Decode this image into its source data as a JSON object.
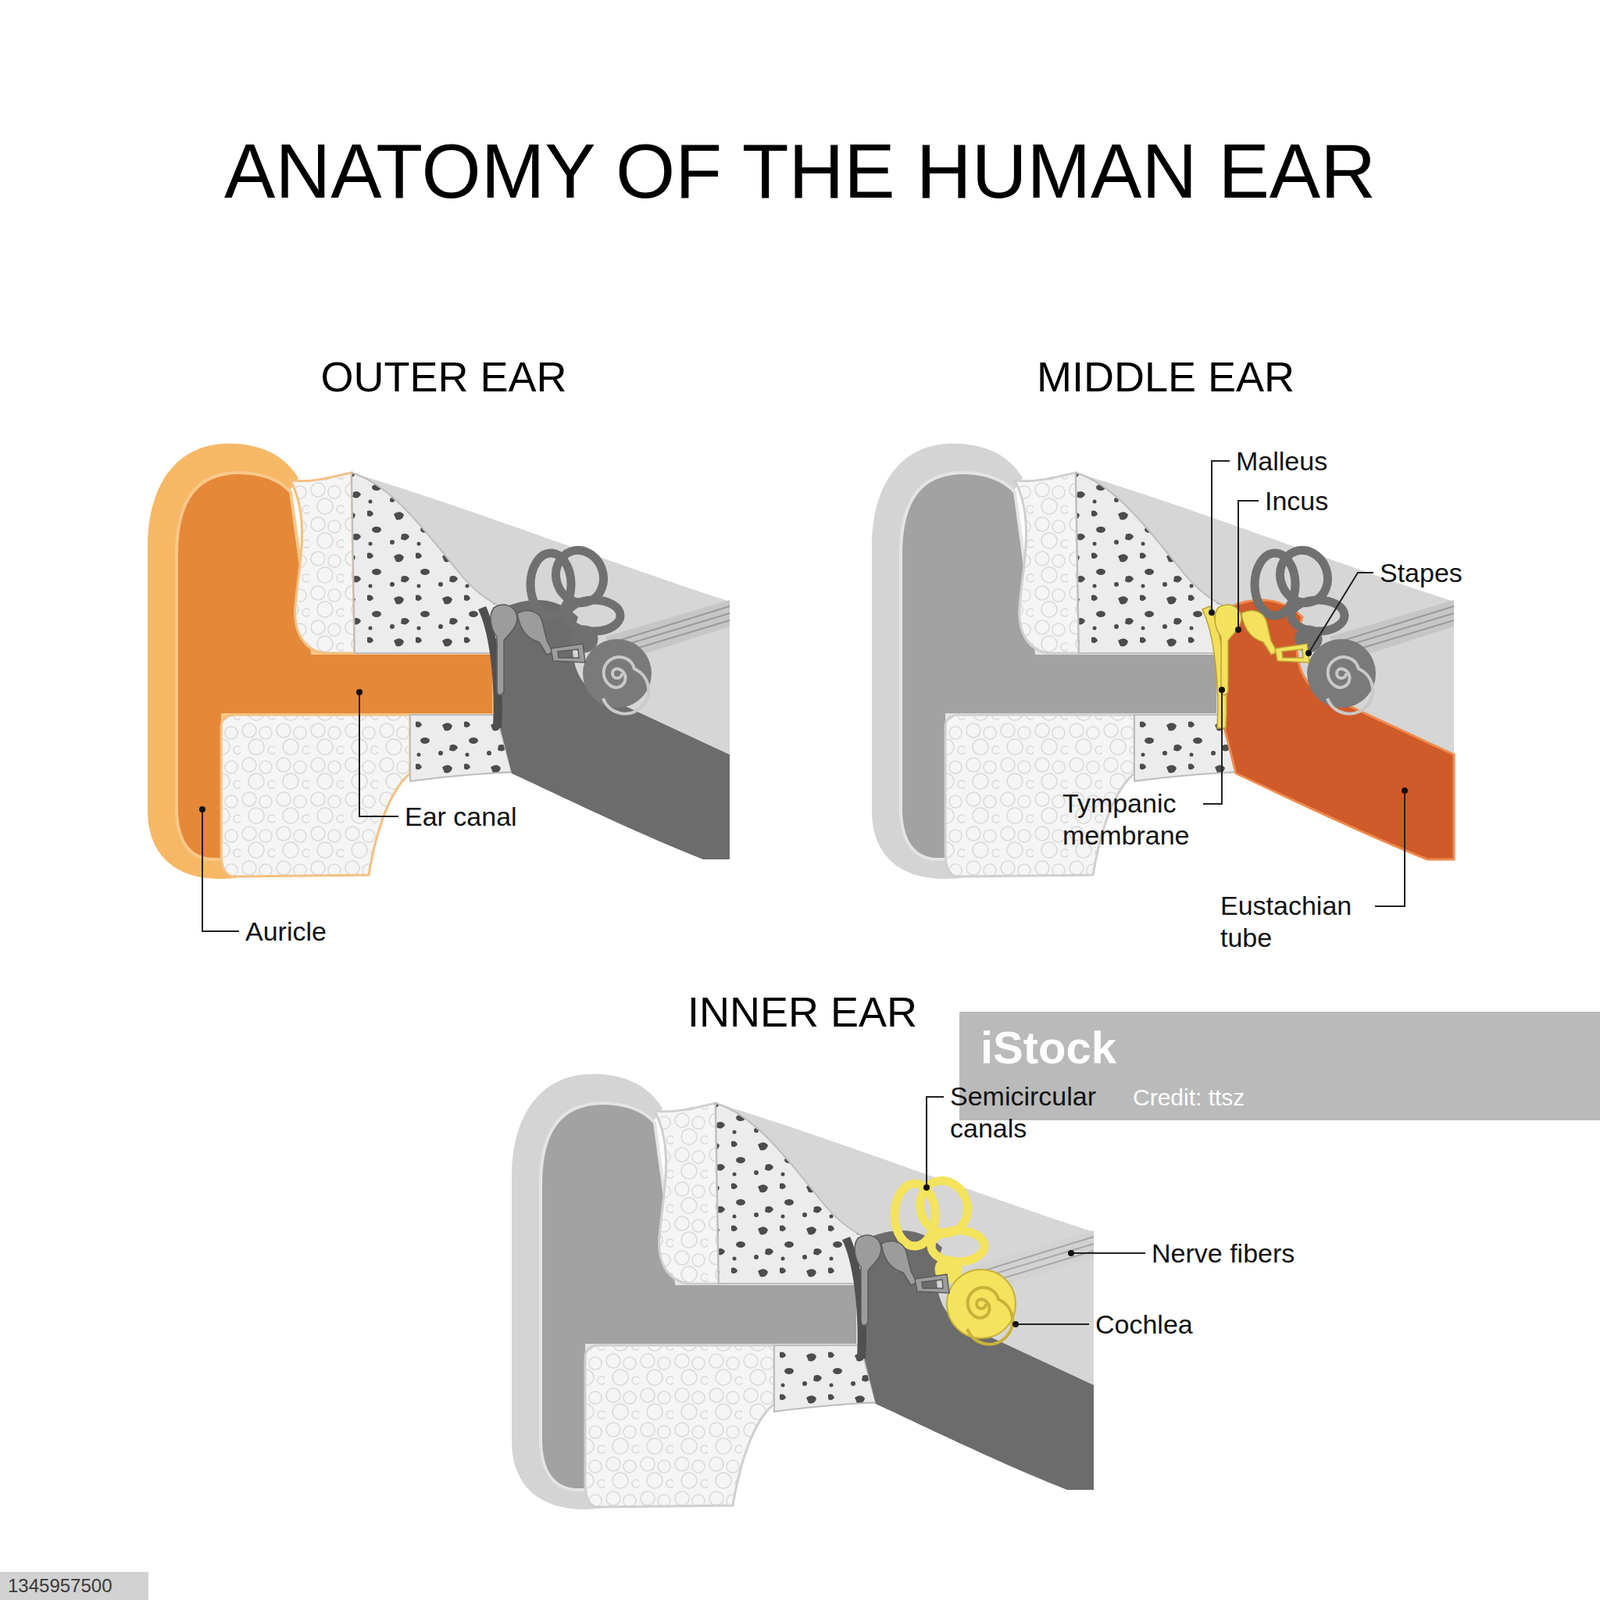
{
  "diagram": {
    "title": "ANATOMY OF THE HUMAN EAR",
    "labels": [
      "OUTER EAR",
      "MIDDLE EAR",
      "INNER EAR",
      "Auricle",
      "Ear canal",
      "Malleus",
      "Incus",
      "Stapes",
      "Tympanic membrane",
      "Eustachian tube",
      "Semicircular canals",
      "Nerve fibers",
      "Cochlea",
      "iStock",
      "Credit: ttsz",
      "1345957500"
    ]
  }
}
